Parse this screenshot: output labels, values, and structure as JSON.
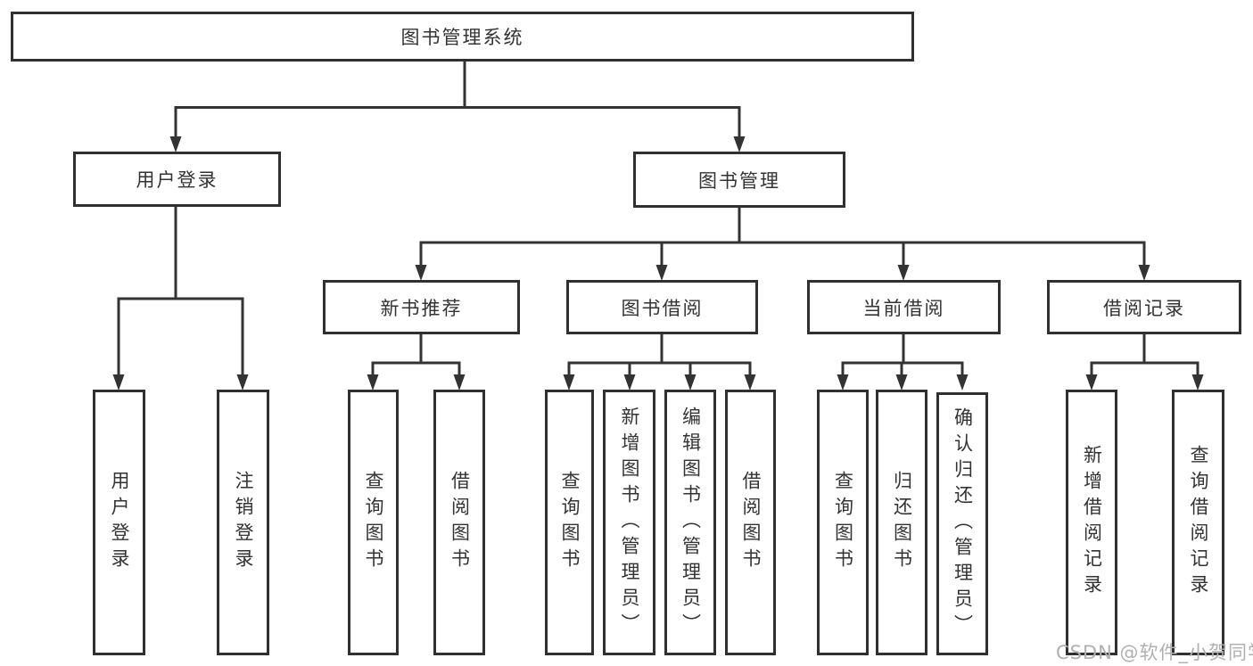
{
  "diagram": {
    "type": "tree",
    "colors": {
      "line": "#333333",
      "box_border": "#303030",
      "text": "#333333",
      "watermark": "#b0b0b0",
      "background": "#ffffff"
    }
  },
  "tree": {
    "root": {
      "id": "library-system",
      "label": "图书管理系统",
      "children": [
        {
          "id": "user-login",
          "label": "用户登录",
          "children": [
            {
              "id": "user-login-leaf",
              "label": "用户登录"
            },
            {
              "id": "logout-leaf",
              "label": "注销登录"
            }
          ]
        },
        {
          "id": "book-management",
          "label": "图书管理",
          "children": [
            {
              "id": "new-book-recommend",
              "label": "新书推荐",
              "children": [
                {
                  "id": "nbr-query-books",
                  "label": "查询图书"
                },
                {
                  "id": "nbr-borrow-books",
                  "label": "借阅图书"
                }
              ]
            },
            {
              "id": "book-borrowing",
              "label": "图书借阅",
              "children": [
                {
                  "id": "bb-query-books",
                  "label": "查询图书"
                },
                {
                  "id": "bb-add-books-admin",
                  "label": "新增图书（管理员）"
                },
                {
                  "id": "bb-edit-books-admin",
                  "label": "编辑图书（管理员）"
                },
                {
                  "id": "bb-borrow-books",
                  "label": "借阅图书"
                }
              ]
            },
            {
              "id": "current-borrowing",
              "label": "当前借阅",
              "children": [
                {
                  "id": "cb-query-books",
                  "label": "查询图书"
                },
                {
                  "id": "cb-return-books",
                  "label": "归还图书"
                },
                {
                  "id": "cb-confirm-return-admin",
                  "label": "确认归还（管理员）"
                }
              ]
            },
            {
              "id": "borrow-records",
              "label": "借阅记录",
              "children": [
                {
                  "id": "br-add-record",
                  "label": "新增借阅记录"
                },
                {
                  "id": "br-query-record",
                  "label": "查询借阅记录"
                }
              ]
            }
          ]
        }
      ]
    }
  },
  "watermark": {
    "text": "CSDN @软件_小贺同学"
  }
}
